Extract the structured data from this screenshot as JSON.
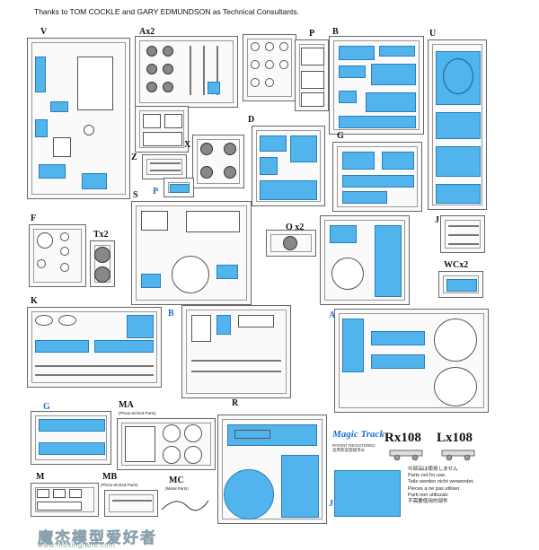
{
  "credit": "Thanks to TOM COCKLE and GARY EDMUNDSON as Technical Consultants.",
  "sprue_labels": {
    "V": "V",
    "Ax2": "Ax2",
    "P1": "P",
    "B1": "B",
    "U": "U",
    "D": "D",
    "G1": "G",
    "X": "X",
    "Z": "Z",
    "P2": "P",
    "S": "S",
    "F": "F",
    "Tx2": "Tx2",
    "Qx2": "Q x2",
    "J1": "J",
    "WCx2": "WCx2",
    "K": "K",
    "B2": "B",
    "A": "A",
    "G2": "G",
    "MA": "MA",
    "R": "R",
    "M": "M",
    "MB": "MB",
    "MC": "MC",
    "J2": "J"
  },
  "sub_labels": {
    "MA": "(Photo-etched Parts)",
    "MB": "(Photo-etched Parts)",
    "MC": "(Metal Parts)"
  },
  "brand": {
    "name": "Magic Track",
    "patent": "PATENT REGISTERED",
    "patent_cn": "実用新案登録済み"
  },
  "track_labels": {
    "rx": "Rx108",
    "lx": "Lx108"
  },
  "legend": {
    "lines": [
      "の部品は使用しません",
      "Parts not for use.",
      "Teile werden nicht verwendet.",
      "Pieces a ne pas utiliser.",
      "Parti non utilizzati.",
      "不需要使用的部件"
    ],
    "swatch_color": "#52b4ec"
  },
  "watermark": {
    "cn": "魔杰模型爱好者",
    "url": "www.moxingfans.com"
  },
  "colors": {
    "unused_parts": "#52b4ec",
    "label_blue": "#1d6fd6"
  }
}
